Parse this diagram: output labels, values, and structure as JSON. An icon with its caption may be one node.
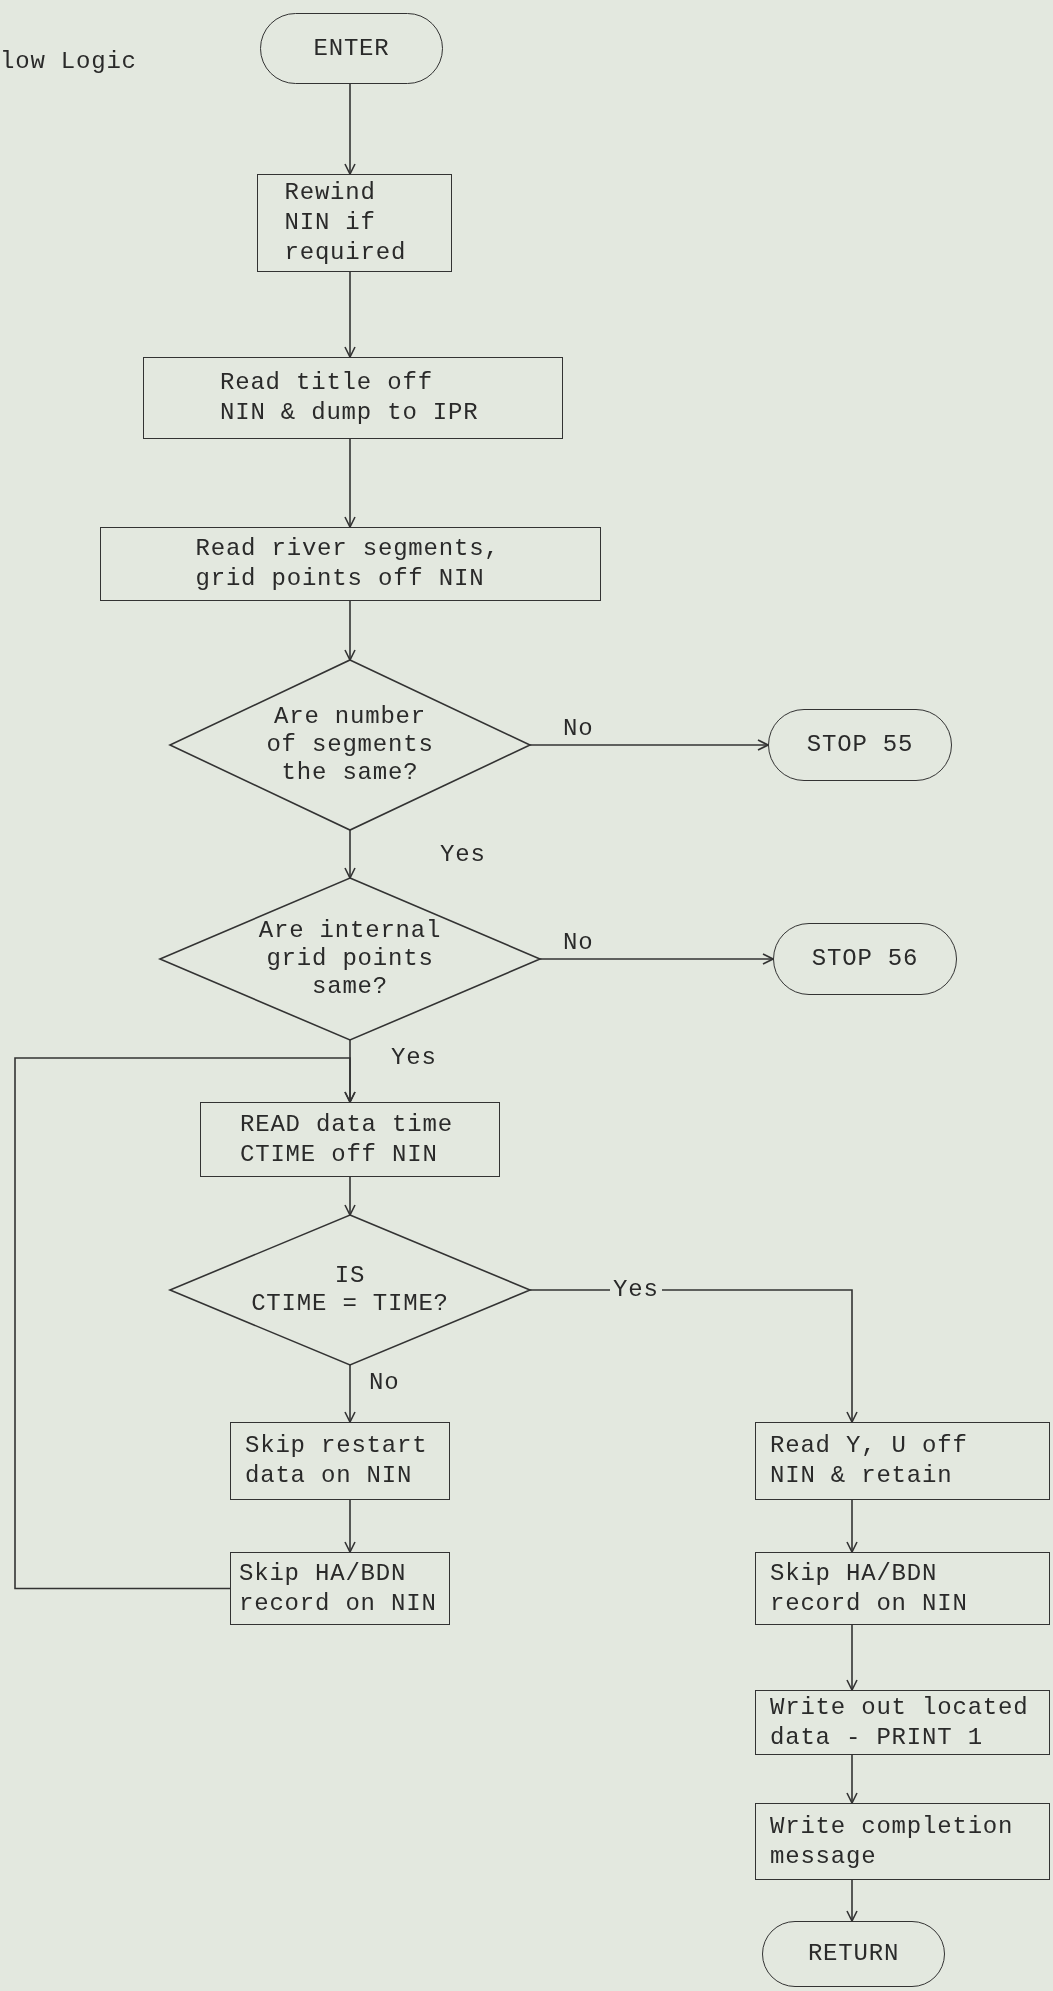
{
  "diagram": {
    "title": "low Logic",
    "nodes": [
      {
        "text": [
          "ENTER"
        ]
      },
      {
        "text": [
          "Rewind NIN if required"
        ]
      },
      {
        "text": [
          "Read title off NIN & dump to IPR"
        ]
      },
      {
        "text": [
          "Read river segments, grid points off NIN"
        ]
      },
      {
        "text": [
          "Are number of segments the same?"
        ]
      },
      {
        "text": [
          "STOP 55"
        ]
      },
      {
        "text": [
          "Are internal grid points same?"
        ]
      },
      {
        "text": [
          "STOP 56"
        ]
      },
      {
        "text": [
          "READ data time CTIME off NIN"
        ]
      },
      {
        "text": [
          "IS",
          "CTIME = TIME?"
        ]
      },
      {
        "text": [
          "Skip restart data on NIN"
        ]
      },
      {
        "text": [
          "Skip HA/BDN record on NIN"
        ]
      },
      {
        "text": [
          "Read Y, U off NIN & retain"
        ]
      },
      {
        "text": [
          "Skip HA/BDN record on NIN"
        ]
      },
      {
        "text": [
          "Write out located data - PRINT 1"
        ]
      },
      {
        "text": [
          "Write completion message"
        ]
      },
      {
        "text": [
          "RETURN"
        ]
      }
    ],
    "edges": [
      {
        "from": 0,
        "to": 1,
        "arrow": "to"
      },
      {
        "from": 1,
        "to": 2,
        "arrow": "to"
      },
      {
        "from": 2,
        "to": 3,
        "arrow": "to"
      },
      {
        "from": 3,
        "to": 4,
        "arrow": "to"
      },
      {
        "from": 4,
        "to": 5,
        "arrow": "to",
        "label": "No"
      },
      {
        "from": 4,
        "to": 6,
        "arrow": "to",
        "label": "Yes"
      },
      {
        "from": 6,
        "to": 7,
        "arrow": "to",
        "label": "No"
      },
      {
        "from": 6,
        "to": 8,
        "arrow": "to",
        "label": "Yes"
      },
      {
        "from": 8,
        "to": 9,
        "arrow": "to"
      },
      {
        "from": 9,
        "to": 12,
        "arrow": "to",
        "label": "Yes"
      },
      {
        "from": 9,
        "to": 10,
        "arrow": "to",
        "label": "No"
      },
      {
        "from": 10,
        "to": 11,
        "arrow": "to"
      },
      {
        "from": 11,
        "to": 8,
        "arrow": "to"
      },
      {
        "from": 12,
        "to": 13,
        "arrow": "to"
      },
      {
        "from": 13,
        "to": 14,
        "arrow": "to"
      },
      {
        "from": 14,
        "to": 15,
        "arrow": "to"
      },
      {
        "from": 15,
        "to": 16,
        "arrow": "to"
      }
    ]
  }
}
